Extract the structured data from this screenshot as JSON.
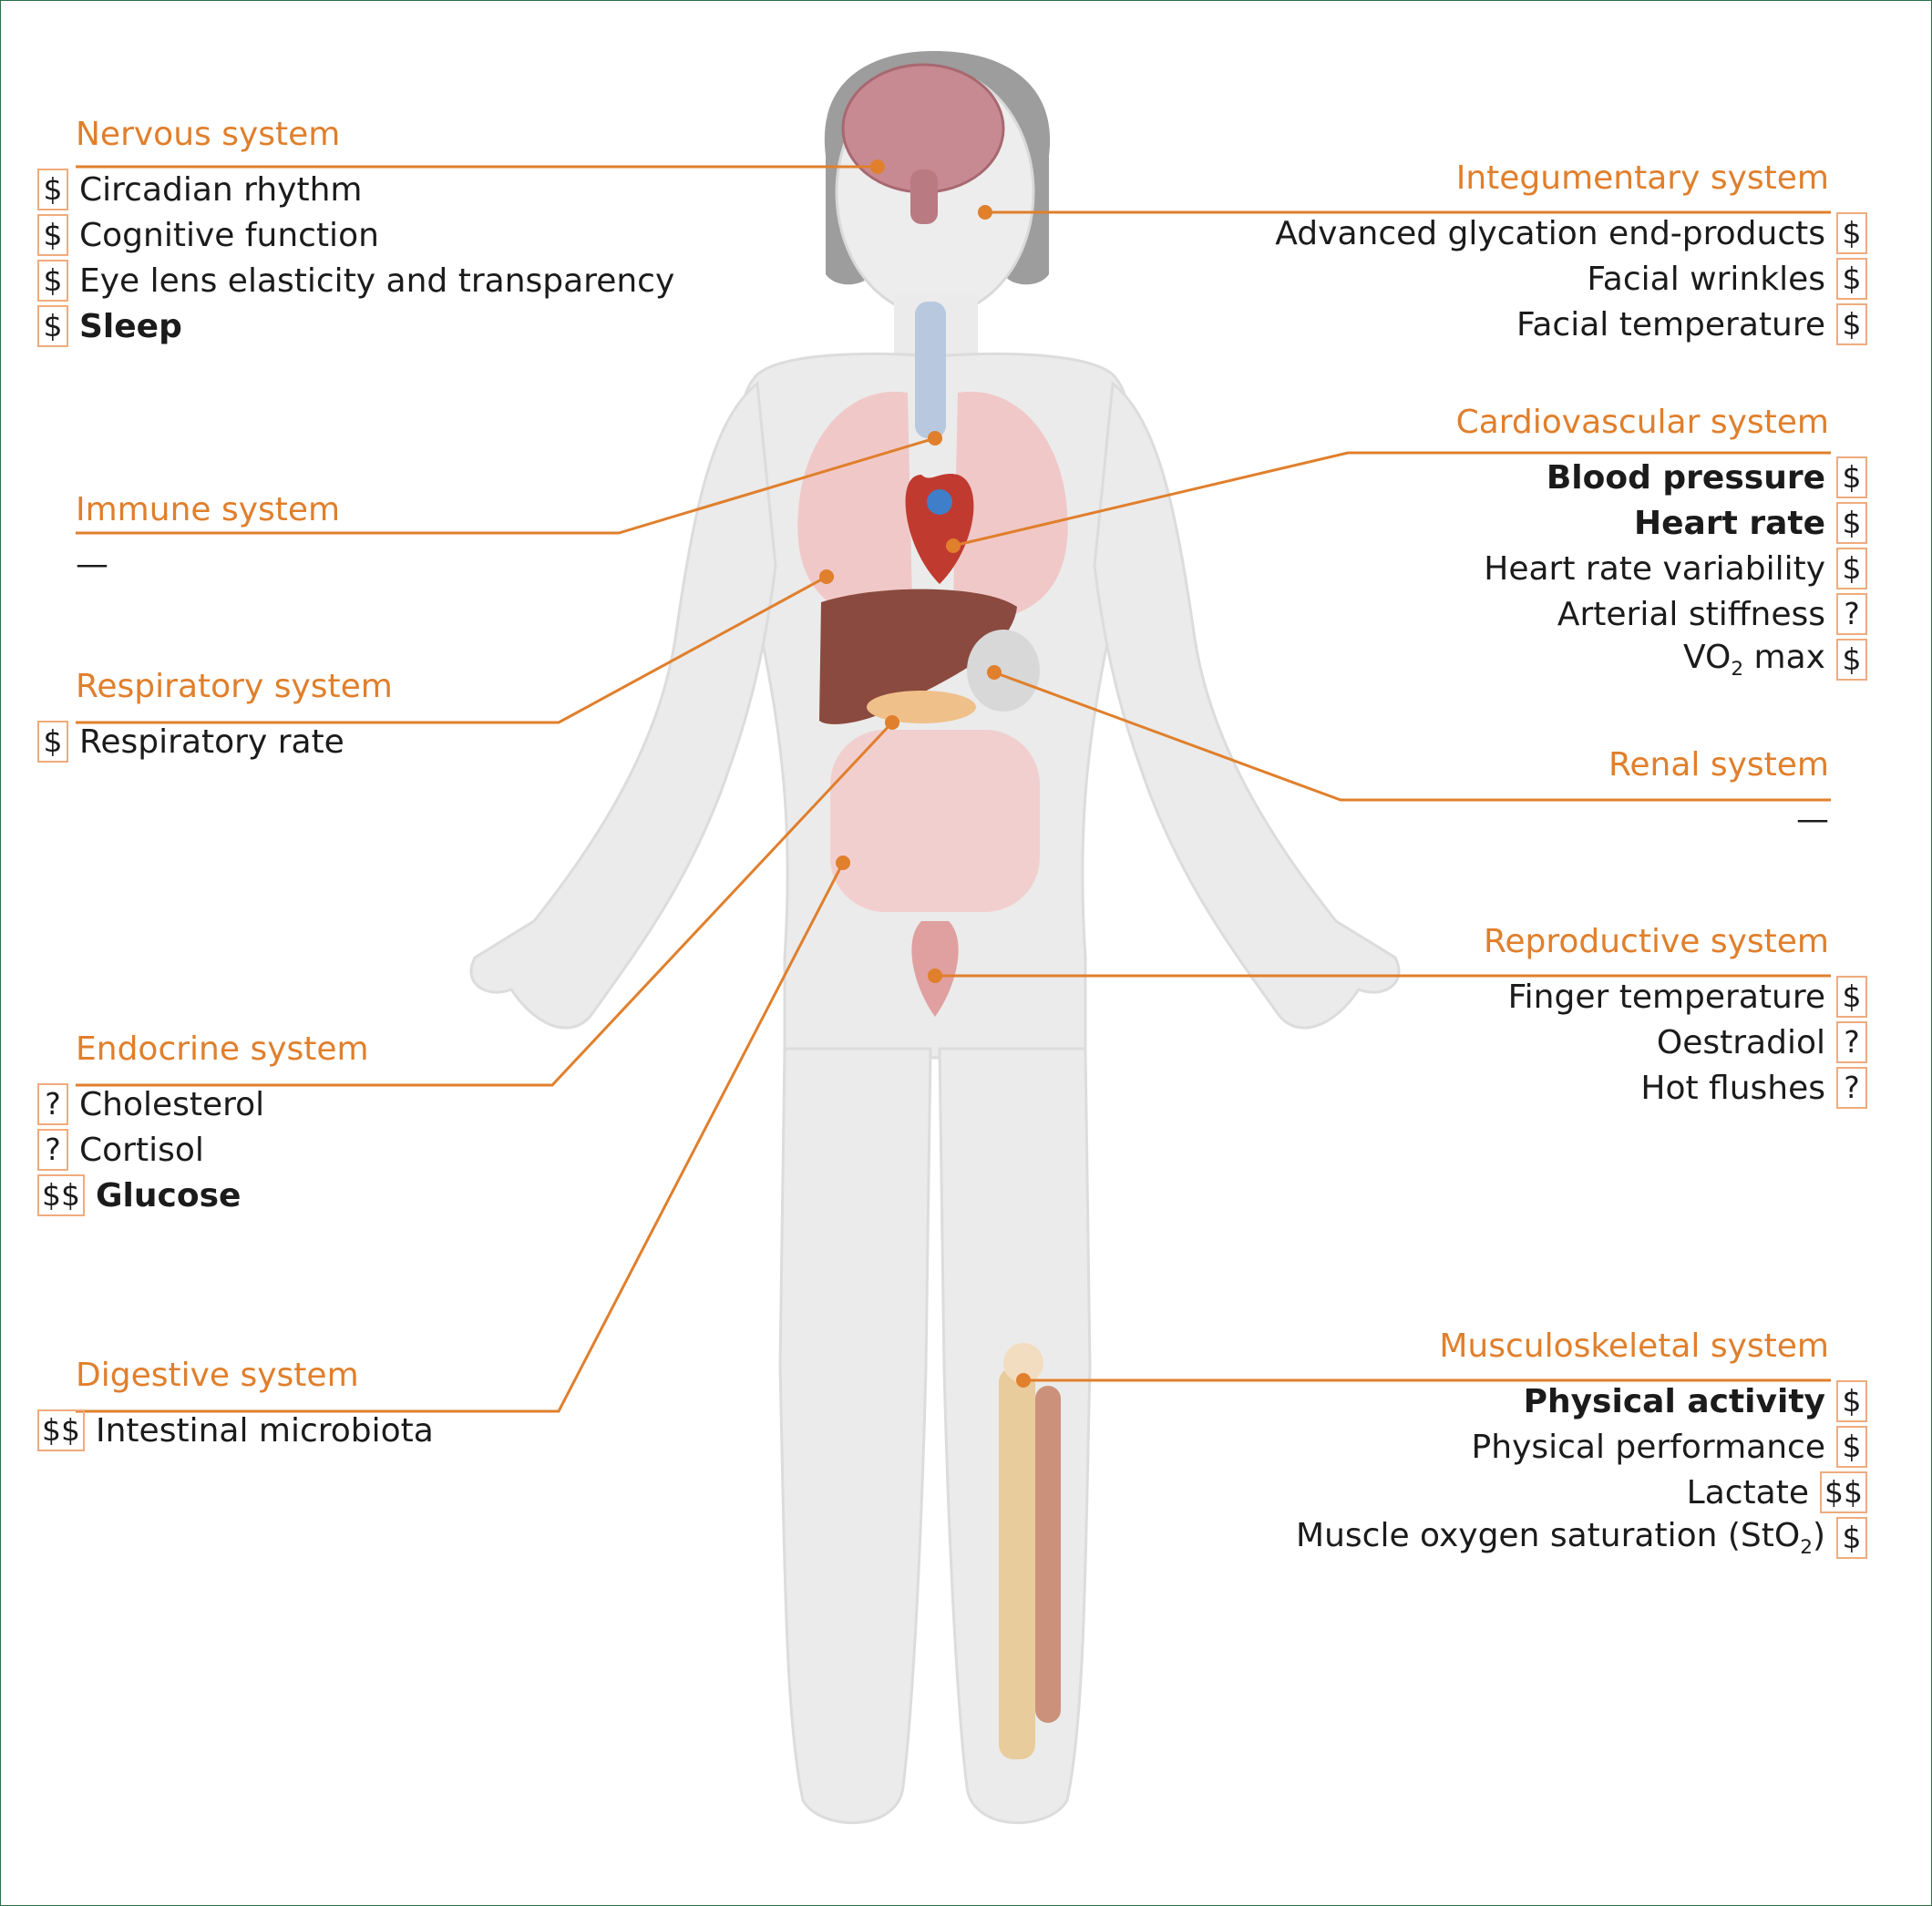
{
  "systems": {
    "nervous": {
      "title": "Nervous system",
      "items": [
        {
          "cost": "$",
          "label": "Circadian rhythm"
        },
        {
          "cost": "$",
          "label": "Cognitive function"
        },
        {
          "cost": "$",
          "label": "Eye lens elasticity and transparency"
        },
        {
          "cost": "$",
          "label": "Sleep",
          "bold": true
        }
      ]
    },
    "immune": {
      "title": "Immune system",
      "none": "—"
    },
    "respiratory": {
      "title": "Respiratory system",
      "items": [
        {
          "cost": "$",
          "label": "Respiratory rate"
        }
      ]
    },
    "endocrine": {
      "title": "Endocrine system",
      "items": [
        {
          "cost": "?",
          "label": "Cholesterol"
        },
        {
          "cost": "?",
          "label": "Cortisol"
        },
        {
          "cost": "$$",
          "label": "Glucose",
          "bold": true
        }
      ]
    },
    "digestive": {
      "title": "Digestive system",
      "items": [
        {
          "cost": "$$",
          "label": "Intestinal microbiota"
        }
      ]
    },
    "integumentary": {
      "title": "Integumentary system",
      "items": [
        {
          "cost": "$",
          "label": "Advanced glycation end-products"
        },
        {
          "cost": "$",
          "label": "Facial wrinkles"
        },
        {
          "cost": "$",
          "label": "Facial temperature"
        }
      ]
    },
    "cardiovascular": {
      "title": "Cardiovascular system",
      "items": [
        {
          "cost": "$",
          "label": "Blood pressure",
          "bold": true
        },
        {
          "cost": "$",
          "label": "Heart rate",
          "bold": true
        },
        {
          "cost": "$",
          "label": "Heart rate variability"
        },
        {
          "cost": "?",
          "label": "Arterial stiffness"
        },
        {
          "cost": "$",
          "label_main": "VO",
          "label_sub": "2",
          "label_after": " max"
        }
      ]
    },
    "renal": {
      "title": "Renal system",
      "none": "—"
    },
    "reproductive": {
      "title": "Reproductive system",
      "items": [
        {
          "cost": "$",
          "label": "Finger temperature"
        },
        {
          "cost": "?",
          "label": "Oestradiol"
        },
        {
          "cost": "?",
          "label": "Hot flushes"
        }
      ]
    },
    "musculoskeletal": {
      "title": "Musculoskeletal system",
      "items": [
        {
          "cost": "$",
          "label": "Physical activity",
          "bold": true
        },
        {
          "cost": "$",
          "label": "Physical performance"
        },
        {
          "cost": "$$",
          "label": "Lactate"
        },
        {
          "cost": "$",
          "label_main": "Muscle oxygen saturation (StO",
          "label_sub": "2",
          "label_after": ")"
        }
      ]
    }
  },
  "colors": {
    "accent_orange": "#e07f2c",
    "cost_border": "#f0ab7c",
    "body_silhouette": "#ebebeb",
    "hair": "#8c8c8c"
  }
}
